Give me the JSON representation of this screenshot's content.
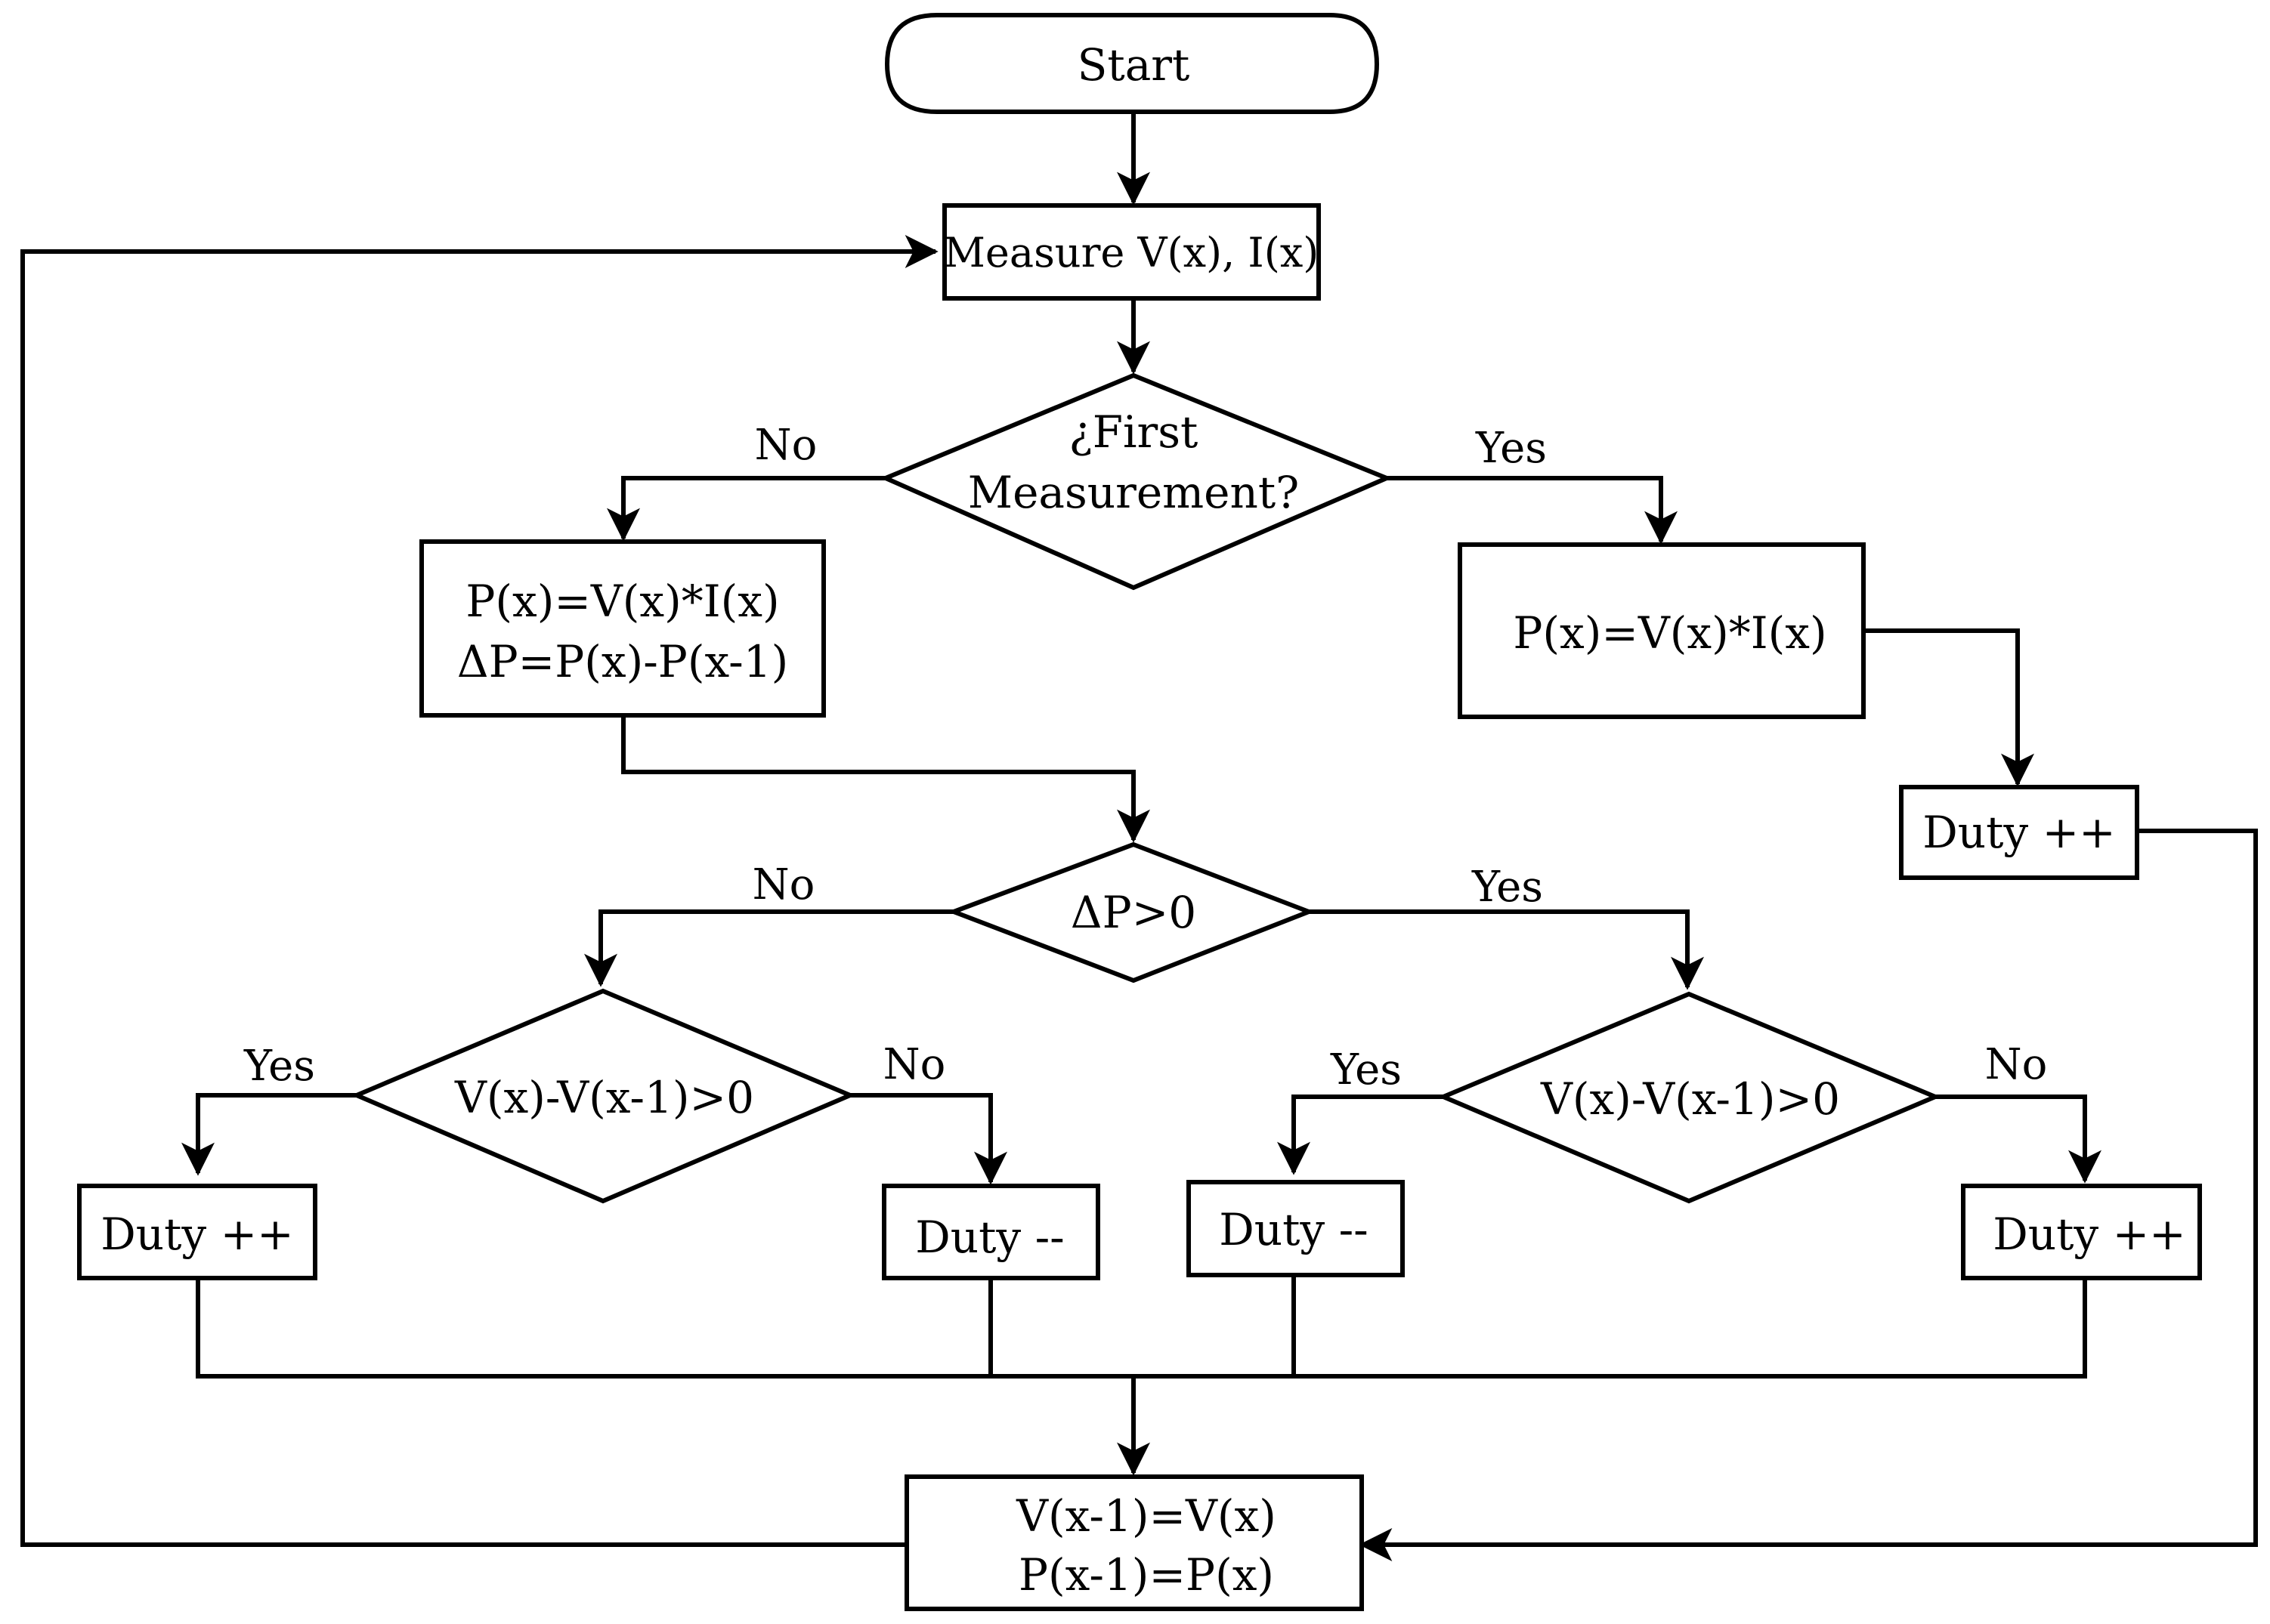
{
  "nodes": {
    "start": "Start",
    "measure": "Measure V(x),  I(x)",
    "first_q": [
      "¿First",
      "Measurement?"
    ],
    "calc_left": [
      "P(x)=V(x)*I(x)",
      "ΔP=P(x)-P(x-1)"
    ],
    "calc_right": "P(x)=V(x)*I(x)",
    "duty_top_right": "Duty ++",
    "dp_q": "ΔP>0",
    "dv_q_left": "V(x)-V(x-1)>0",
    "dv_q_right": "V(x)-V(x-1)>0",
    "duty_1": "Duty ++",
    "duty_2": "Duty --",
    "duty_3": "Duty --",
    "duty_4": "Duty ++",
    "update": [
      "V(x-1)=V(x)",
      "P(x-1)=P(x)"
    ]
  },
  "edge_labels": {
    "first_no": "No",
    "first_yes": "Yes",
    "dp_no": "No",
    "dp_yes": "Yes",
    "dvl_yes": "Yes",
    "dvl_no": "No",
    "dvr_yes": "Yes",
    "dvr_no": "No"
  },
  "colors": {
    "stroke": "#000000",
    "fill": "#ffffff"
  }
}
